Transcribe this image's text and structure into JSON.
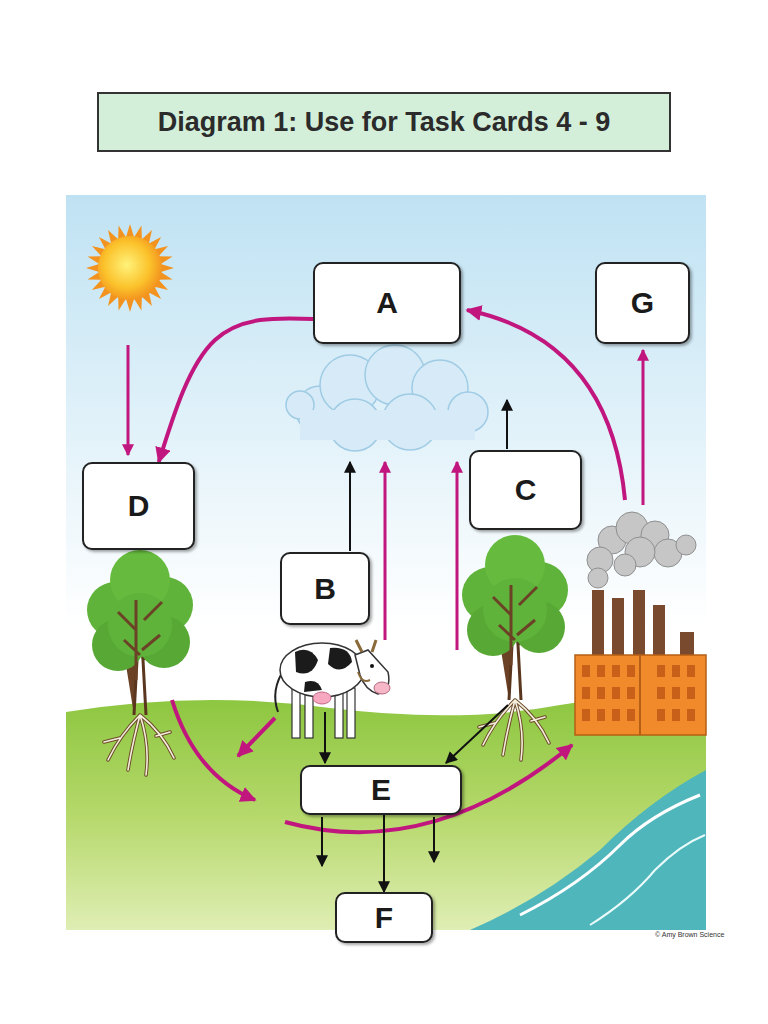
{
  "diagram": {
    "title": "Diagram 1: Use for Task Cards 4 - 9",
    "nodes": [
      {
        "text": [
          "A"
        ]
      },
      {
        "text": [
          "G"
        ]
      },
      {
        "text": [
          "D"
        ]
      },
      {
        "text": [
          "C"
        ]
      },
      {
        "text": [
          "B"
        ]
      },
      {
        "text": [
          "E"
        ]
      },
      {
        "text": [
          "F"
        ]
      }
    ],
    "edges": [
      {
        "from": 0,
        "to": 2,
        "arrow": "to"
      },
      {
        "from": 5,
        "to": 6,
        "arrow": "to"
      }
    ],
    "labels": [
      "© Amy Brown Science"
    ]
  }
}
